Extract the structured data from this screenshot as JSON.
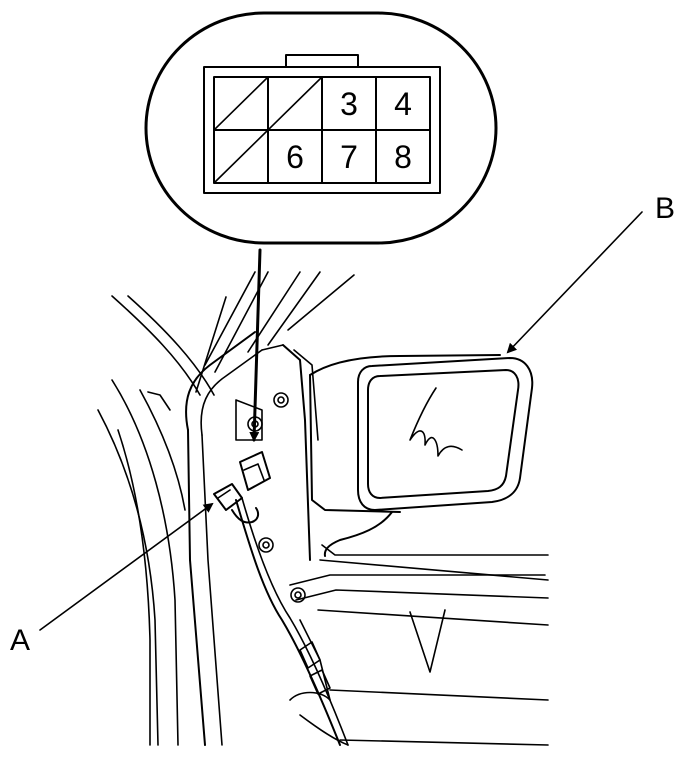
{
  "labels": {
    "a": "A",
    "b": "B"
  },
  "connector": {
    "pins": [
      "3",
      "4",
      "6",
      "7",
      "8"
    ]
  }
}
